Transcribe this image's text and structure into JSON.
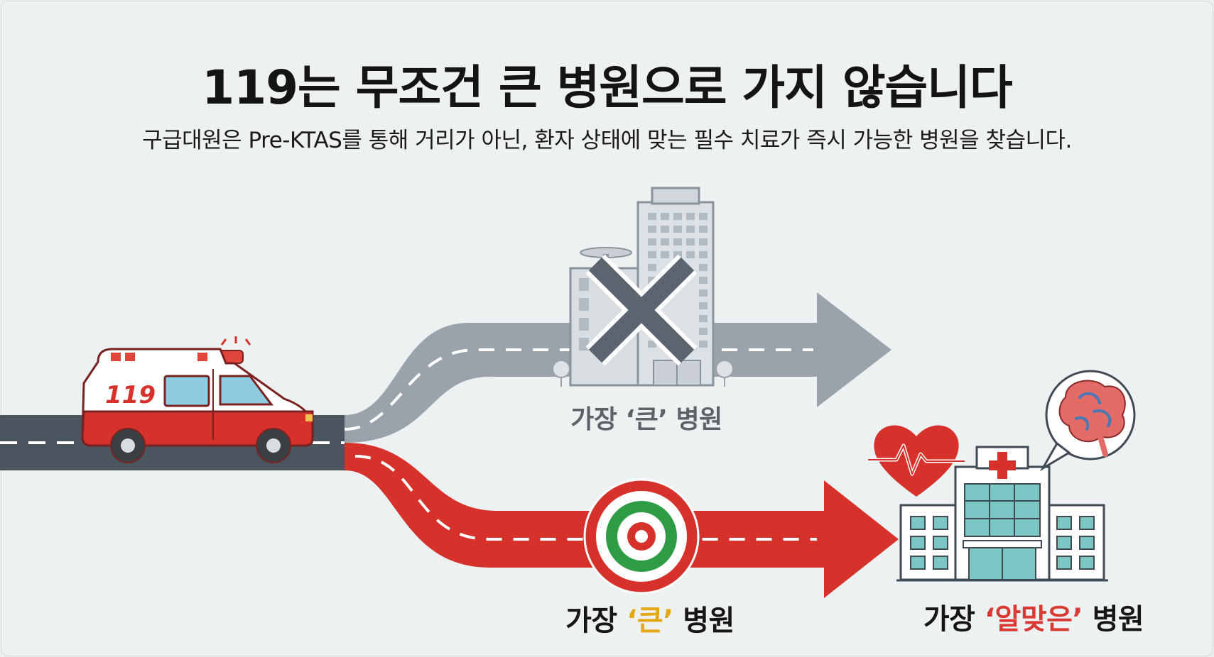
{
  "title": "119는 무조건 큰 병원으로 가지 않습니다",
  "subtitle": "구급대원은 Pre-KTAS를 통해 거리가 아닌, 환자 상태에 맞는 필수 치료가 즉시 가능한 병원을 찾습니다.",
  "ambulance": {
    "number_text": "119"
  },
  "top_route": {
    "prefix": "가장 ",
    "highlight": "‘큰’",
    "suffix": " 병원"
  },
  "bottom_route": {
    "prefix": "가장 ",
    "highlight": "‘큰’",
    "suffix": " 병원"
  },
  "right_destination": {
    "prefix": "가장 ",
    "highlight": "‘알맞은’",
    "suffix": " 병원"
  },
  "colors": {
    "background": "#eef1f2",
    "road": "#4a5560",
    "top_arrow": "#9aa3ab",
    "bottom_arrow": "#d6322b",
    "x_mark": "#5b6570",
    "target_outer": "#d6322b",
    "target_middle": "#2e9b45",
    "heart": "#d6322b",
    "highlight_yellow": "#e3a813",
    "highlight_red": "#d93a33"
  },
  "icons": [
    "ambulance-icon",
    "large-hospital-building-icon",
    "x-mark-icon",
    "target-icon",
    "heart-pulse-icon",
    "brain-icon",
    "hospital-icon"
  ]
}
